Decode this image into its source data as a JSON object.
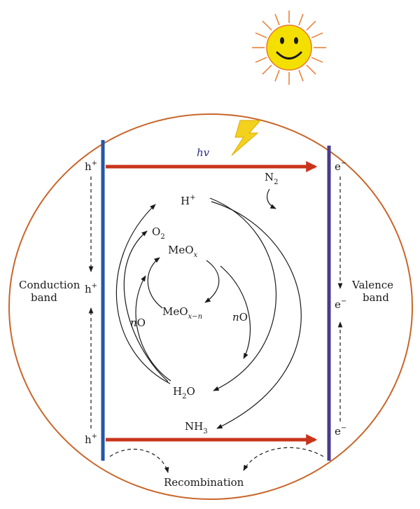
{
  "labels": {
    "hv": "hv",
    "h_plus": "h",
    "plus": "+",
    "e_minus": "e",
    "minus": "−",
    "n2_main": "N",
    "n2_sub": "2",
    "h_ion_main": "H",
    "h_ion_sup": "+",
    "o2_main": "O",
    "o2_sub": "2",
    "meox_main": "MeO",
    "meox_sub": "x",
    "meoxn_main": "MeO",
    "meoxn_sub": "x−n",
    "no_n": "n",
    "no_o": "O",
    "h2o_h": "H",
    "h2o_sub": "2",
    "h2o_o": "O",
    "nh3_main": "NH",
    "nh3_sub": "3",
    "conduction_line1": "Conduction",
    "conduction_line2": "band",
    "valence_line1": "Valence",
    "valence_line2": "band",
    "recombination": "Recombination"
  },
  "colors": {
    "circle": "#c8662a",
    "left_band": "#2456a6",
    "right_band": "#4a3a8c",
    "arrow_red": "#c8351c",
    "sun_face": "#f4e000",
    "sun_rays": "#e8782a",
    "bolt": "#f2d21c"
  },
  "icons": {
    "sun": "smiling-sun-icon",
    "lightning": "lightning-bolt-icon"
  }
}
